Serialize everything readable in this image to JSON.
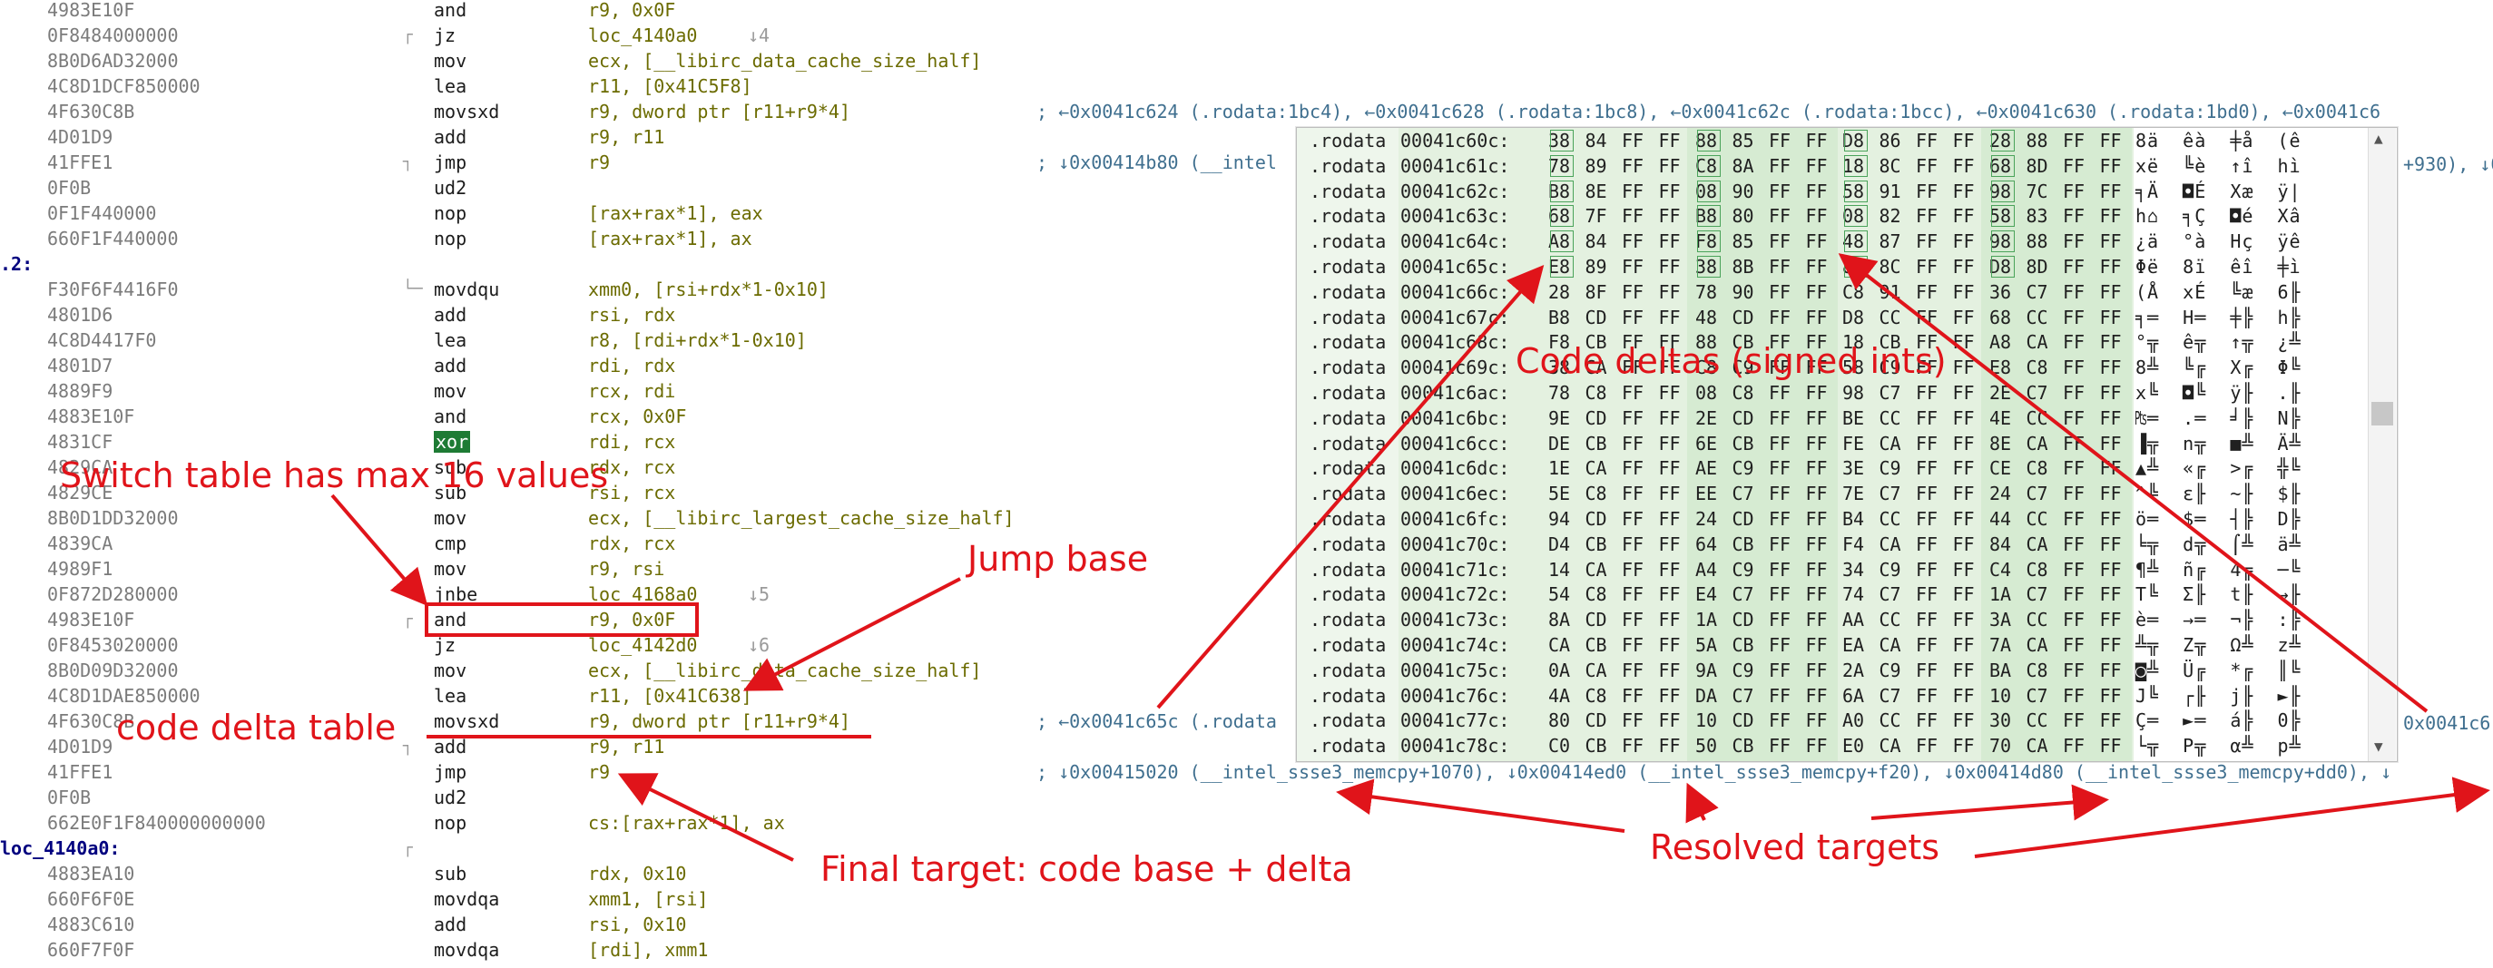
{
  "disasm_rows": [
    {
      "bytes": "4983E10F",
      "mnemonic": "and",
      "operands": "r9, 0x0F",
      "glyph": "",
      "comment": ""
    },
    {
      "bytes": "0F8484000000",
      "mnemonic": "jz",
      "operands": "loc_4140a0",
      "glyph": "↓4",
      "comment": ""
    },
    {
      "bytes": "8B0D6AD32000",
      "mnemonic": "mov",
      "operands": "ecx, [__libirc_data_cache_size_half]",
      "glyph": "",
      "comment": ""
    },
    {
      "bytes": "4C8D1DCF850000",
      "mnemonic": "lea",
      "operands": "r11, [0x41C5F8]",
      "glyph": "",
      "comment": ""
    },
    {
      "bytes": "4F630C8B",
      "mnemonic": "movsxd",
      "operands": "r9, dword ptr [r11+r9*4]",
      "glyph": "",
      "comment": "; ←0x0041c624 (.rodata:1bc4), ←0x0041c628 (.rodata:1bc8), ←0x0041c62c (.rodata:1bcc), ←0x0041c630 (.rodata:1bd0), ←0x0041c6"
    },
    {
      "bytes": "4D01D9",
      "mnemonic": "add",
      "operands": "r9, r11",
      "glyph": "",
      "comment": ""
    },
    {
      "bytes": "41FFE1",
      "mnemonic": "jmp",
      "operands": "r9",
      "glyph": "",
      "comment": "; ↓0x00414b80 (__intel"
    },
    {
      "bytes": "0F0B",
      "mnemonic": "ud2",
      "operands": "",
      "glyph": "",
      "comment": ""
    },
    {
      "bytes": "0F1F440000",
      "mnemonic": "nop",
      "operands": "[rax+rax*1], eax",
      "glyph": "",
      "comment": ""
    },
    {
      "bytes": "660F1F440000",
      "mnemonic": "nop",
      "operands": "[rax+rax*1], ax",
      "glyph": "",
      "comment": ""
    },
    {
      "label": ".2:"
    },
    {
      "bytes": "F30F6F4416F0",
      "mnemonic": "movdqu",
      "operands": "xmm0, [rsi+rdx*1-0x10]",
      "glyph": "",
      "comment": ""
    },
    {
      "bytes": "4801D6",
      "mnemonic": "add",
      "operands": "rsi, rdx",
      "glyph": "",
      "comment": ""
    },
    {
      "bytes": "4C8D4417F0",
      "mnemonic": "lea",
      "operands": "r8, [rdi+rdx*1-0x10]",
      "glyph": "",
      "comment": ""
    },
    {
      "bytes": "4801D7",
      "mnemonic": "add",
      "operands": "rdi, rdx",
      "glyph": "",
      "comment": ""
    },
    {
      "bytes": "4889F9",
      "mnemonic": "mov",
      "operands": "rcx, rdi",
      "glyph": "",
      "comment": ""
    },
    {
      "bytes": "4883E10F",
      "mnemonic": "and",
      "operands": "rcx, 0x0F",
      "glyph": "",
      "comment": ""
    },
    {
      "bytes": "4831CF",
      "mnemonic": "xor",
      "operands": "rdi, rcx",
      "glyph": "",
      "comment": ""
    },
    {
      "bytes": "4829CA",
      "mnemonic": "sub",
      "operands": "rdx, rcx",
      "glyph": "",
      "comment": ""
    },
    {
      "bytes": "4829CE",
      "mnemonic": "sub",
      "operands": "rsi, rcx",
      "glyph": "",
      "comment": ""
    },
    {
      "bytes": "8B0D1DD32000",
      "mnemonic": "mov",
      "operands": "ecx, [__libirc_largest_cache_size_half]",
      "glyph": "",
      "comment": ""
    },
    {
      "bytes": "4839CA",
      "mnemonic": "cmp",
      "operands": "rdx, rcx",
      "glyph": "",
      "comment": ""
    },
    {
      "bytes": "4989F1",
      "mnemonic": "mov",
      "operands": "r9, rsi",
      "glyph": "",
      "comment": ""
    },
    {
      "bytes": "0F872D280000",
      "mnemonic": "jnbe",
      "operands": "loc_4168a0",
      "glyph": "↓5",
      "comment": ""
    },
    {
      "bytes": "4983E10F",
      "mnemonic": "and",
      "operands": "r9, 0x0F",
      "glyph": "",
      "comment": ""
    },
    {
      "bytes": "0F8453020000",
      "mnemonic": "jz",
      "operands": "loc_4142d0",
      "glyph": "↓6",
      "comment": ""
    },
    {
      "bytes": "8B0D09D32000",
      "mnemonic": "mov",
      "operands": "ecx, [__libirc_data_cache_size_half]",
      "glyph": "",
      "comment": ""
    },
    {
      "bytes": "4C8D1DAE850000",
      "mnemonic": "lea",
      "operands": "r11, [0x41C638]",
      "glyph": "",
      "comment": ""
    },
    {
      "bytes": "4F630C8B",
      "mnemonic": "movsxd",
      "operands": "r9, dword ptr [r11+r9*4]",
      "glyph": "",
      "comment": "; ←0x0041c65c (.rodata"
    },
    {
      "bytes": "4D01D9",
      "mnemonic": "add",
      "operands": "r9, r11",
      "glyph": "",
      "comment": ""
    },
    {
      "bytes": "41FFE1",
      "mnemonic": "jmp",
      "operands": "r9",
      "glyph": "",
      "comment": "; ↓0x00415020 (__intel_ssse3_memcpy+1070), ↓0x00414ed0 (__intel_ssse3_memcpy+f20), ↓0x00414d80 (__intel_ssse3_memcpy+dd0), ↓"
    },
    {
      "bytes": "0F0B",
      "mnemonic": "ud2",
      "operands": "",
      "glyph": "",
      "comment": ""
    },
    {
      "bytes": "662E0F1F840000000000",
      "mnemonic": "nop",
      "operands": "cs:[rax+rax*1], ax",
      "glyph": "",
      "comment": ""
    },
    {
      "label": "loc_4140a0:"
    },
    {
      "bytes": "4883EA10",
      "mnemonic": "sub",
      "operands": "rdx, 0x10",
      "glyph": "",
      "comment": ""
    },
    {
      "bytes": "660F6F0E",
      "mnemonic": "movdqa",
      "operands": "xmm1, [rsi]",
      "glyph": "",
      "comment": ""
    },
    {
      "bytes": "4883C610",
      "mnemonic": "add",
      "operands": "rsi, 0x10",
      "glyph": "",
      "comment": ""
    },
    {
      "bytes": "660F7F0F",
      "mnemonic": "movdqa",
      "operands": "[rdi], xmm1",
      "glyph": "",
      "comment": ""
    }
  ],
  "right_tail": {
    "row6": "+930), ↓0",
    "row28": "0x0041c6"
  },
  "hex_rows": [
    {
      "seg": ".rodata",
      "addr": "00041c60c:",
      "bytes": [
        "38",
        "84",
        "FF",
        "FF",
        "88",
        "85",
        "FF",
        "FF",
        "D8",
        "86",
        "FF",
        "FF",
        "28",
        "88",
        "FF",
        "FF"
      ],
      "ascii": "8ä  êà  ╪å  (ê"
    },
    {
      "seg": ".rodata",
      "addr": "00041c61c:",
      "bytes": [
        "78",
        "89",
        "FF",
        "FF",
        "C8",
        "8A",
        "FF",
        "FF",
        "18",
        "8C",
        "FF",
        "FF",
        "68",
        "8D",
        "FF",
        "FF"
      ],
      "ascii": "xë  ╚è  ↑î  hì"
    },
    {
      "seg": ".rodata",
      "addr": "00041c62c:",
      "bytes": [
        "B8",
        "8E",
        "FF",
        "FF",
        "08",
        "90",
        "FF",
        "FF",
        "58",
        "91",
        "FF",
        "FF",
        "98",
        "7C",
        "FF",
        "FF"
      ],
      "ascii": "╕Ä  ◘É  Xæ  ÿ|"
    },
    {
      "seg": ".rodata",
      "addr": "00041c63c:",
      "bytes": [
        "68",
        "7F",
        "FF",
        "FF",
        "B8",
        "80",
        "FF",
        "FF",
        "08",
        "82",
        "FF",
        "FF",
        "58",
        "83",
        "FF",
        "FF"
      ],
      "ascii": "h⌂  ╕Ç  ◘é  Xâ"
    },
    {
      "seg": ".rodata",
      "addr": "00041c64c:",
      "bytes": [
        "A8",
        "84",
        "FF",
        "FF",
        "F8",
        "85",
        "FF",
        "FF",
        "48",
        "87",
        "FF",
        "FF",
        "98",
        "88",
        "FF",
        "FF"
      ],
      "ascii": "¿ä  °à  Hç  ÿê"
    },
    {
      "seg": ".rodata",
      "addr": "00041c65c:",
      "bytes": [
        "E8",
        "89",
        "FF",
        "FF",
        "38",
        "8B",
        "FF",
        "FF",
        "88",
        "8C",
        "FF",
        "FF",
        "D8",
        "8D",
        "FF",
        "FF"
      ],
      "ascii": "Φë  8ï  êî  ╪ì"
    },
    {
      "seg": ".rodata",
      "addr": "00041c66c:",
      "bytes": [
        "28",
        "8F",
        "FF",
        "FF",
        "78",
        "90",
        "FF",
        "FF",
        "C8",
        "91",
        "FF",
        "FF",
        "36",
        "C7",
        "FF",
        "FF"
      ],
      "ascii": "(Å  xÉ  ╚æ  6╟"
    },
    {
      "seg": ".rodata",
      "addr": "00041c67c:",
      "bytes": [
        "B8",
        "CD",
        "FF",
        "FF",
        "48",
        "CD",
        "FF",
        "FF",
        "D8",
        "CC",
        "FF",
        "FF",
        "68",
        "CC",
        "FF",
        "FF"
      ],
      "ascii": "╕═  H═  ╪╠  h╠"
    },
    {
      "seg": ".rodata",
      "addr": "00041c68c:",
      "bytes": [
        "F8",
        "CB",
        "FF",
        "FF",
        "88",
        "CB",
        "FF",
        "FF",
        "18",
        "CB",
        "FF",
        "FF",
        "A8",
        "CA",
        "FF",
        "FF"
      ],
      "ascii": "°╦  ê╦  ↑╦  ¿╩"
    },
    {
      "seg": ".rodata",
      "addr": "00041c69c:",
      "bytes": [
        "38",
        "CA",
        "FF",
        "FF",
        "C8",
        "C9",
        "FF",
        "FF",
        "58",
        "C9",
        "FF",
        "FF",
        "E8",
        "C8",
        "FF",
        "FF"
      ],
      "ascii": "8╩  ╚╔  X╔  Φ╚"
    },
    {
      "seg": ".rodata",
      "addr": "00041c6ac:",
      "bytes": [
        "78",
        "C8",
        "FF",
        "FF",
        "08",
        "C8",
        "FF",
        "FF",
        "98",
        "C7",
        "FF",
        "FF",
        "2E",
        "C7",
        "FF",
        "FF"
      ],
      "ascii": "x╚  ◘╚  ÿ╟  .╟"
    },
    {
      "seg": ".rodata",
      "addr": "00041c6bc:",
      "bytes": [
        "9E",
        "CD",
        "FF",
        "FF",
        "2E",
        "CD",
        "FF",
        "FF",
        "BE",
        "CC",
        "FF",
        "FF",
        "4E",
        "CC",
        "FF",
        "FF"
      ],
      "ascii": "₧═  .═  ╛╠  N╠"
    },
    {
      "seg": ".rodata",
      "addr": "00041c6cc:",
      "bytes": [
        "DE",
        "CB",
        "FF",
        "FF",
        "6E",
        "CB",
        "FF",
        "FF",
        "FE",
        "CA",
        "FF",
        "FF",
        "8E",
        "CA",
        "FF",
        "FF"
      ],
      "ascii": "▐╦  n╦  ■╩  Ä╩"
    },
    {
      "seg": ".rodata",
      "addr": "00041c6dc:",
      "bytes": [
        "1E",
        "CA",
        "FF",
        "FF",
        "AE",
        "C9",
        "FF",
        "FF",
        "3E",
        "C9",
        "FF",
        "FF",
        "CE",
        "C8",
        "FF",
        "FF"
      ],
      "ascii": "▲╩  «╔  >╔  ╬╚"
    },
    {
      "seg": ".rodata",
      "addr": "00041c6ec:",
      "bytes": [
        "5E",
        "C8",
        "FF",
        "FF",
        "EE",
        "C7",
        "FF",
        "FF",
        "7E",
        "C7",
        "FF",
        "FF",
        "24",
        "C7",
        "FF",
        "FF"
      ],
      "ascii": "^╚  ε╟  ~╟  $╟"
    },
    {
      "seg": ".rodata",
      "addr": "00041c6fc:",
      "bytes": [
        "94",
        "CD",
        "FF",
        "FF",
        "24",
        "CD",
        "FF",
        "FF",
        "B4",
        "CC",
        "FF",
        "FF",
        "44",
        "CC",
        "FF",
        "FF"
      ],
      "ascii": "ö═  $═  ┤╠  D╠"
    },
    {
      "seg": ".rodata",
      "addr": "00041c70c:",
      "bytes": [
        "D4",
        "CB",
        "FF",
        "FF",
        "64",
        "CB",
        "FF",
        "FF",
        "F4",
        "CA",
        "FF",
        "FF",
        "84",
        "CA",
        "FF",
        "FF"
      ],
      "ascii": "╘╦  d╦  ⌠╩  ä╩"
    },
    {
      "seg": ".rodata",
      "addr": "00041c71c:",
      "bytes": [
        "14",
        "CA",
        "FF",
        "FF",
        "A4",
        "C9",
        "FF",
        "FF",
        "34",
        "C9",
        "FF",
        "FF",
        "C4",
        "C8",
        "FF",
        "FF"
      ],
      "ascii": "¶╩  ñ╔  4╔  ─╚"
    },
    {
      "seg": ".rodata",
      "addr": "00041c72c:",
      "bytes": [
        "54",
        "C8",
        "FF",
        "FF",
        "E4",
        "C7",
        "FF",
        "FF",
        "74",
        "C7",
        "FF",
        "FF",
        "1A",
        "C7",
        "FF",
        "FF"
      ],
      "ascii": "T╚  Σ╟  t╟  →╟"
    },
    {
      "seg": ".rodata",
      "addr": "00041c73c:",
      "bytes": [
        "8A",
        "CD",
        "FF",
        "FF",
        "1A",
        "CD",
        "FF",
        "FF",
        "AA",
        "CC",
        "FF",
        "FF",
        "3A",
        "CC",
        "FF",
        "FF"
      ],
      "ascii": "è═  →═  ¬╠  :╠"
    },
    {
      "seg": ".rodata",
      "addr": "00041c74c:",
      "bytes": [
        "CA",
        "CB",
        "FF",
        "FF",
        "5A",
        "CB",
        "FF",
        "FF",
        "EA",
        "CA",
        "FF",
        "FF",
        "7A",
        "CA",
        "FF",
        "FF"
      ],
      "ascii": "╩╦  Z╦  Ω╩  z╩"
    },
    {
      "seg": ".rodata",
      "addr": "00041c75c:",
      "bytes": [
        "0A",
        "CA",
        "FF",
        "FF",
        "9A",
        "C9",
        "FF",
        "FF",
        "2A",
        "C9",
        "FF",
        "FF",
        "BA",
        "C8",
        "FF",
        "FF"
      ],
      "ascii": "◙╩  Ü╔  *╔  ║╚"
    },
    {
      "seg": ".rodata",
      "addr": "00041c76c:",
      "bytes": [
        "4A",
        "C8",
        "FF",
        "FF",
        "DA",
        "C7",
        "FF",
        "FF",
        "6A",
        "C7",
        "FF",
        "FF",
        "10",
        "C7",
        "FF",
        "FF"
      ],
      "ascii": "J╚  ┌╟  j╟  ►╟"
    },
    {
      "seg": ".rodata",
      "addr": "00041c77c:",
      "bytes": [
        "80",
        "CD",
        "FF",
        "FF",
        "10",
        "CD",
        "FF",
        "FF",
        "A0",
        "CC",
        "FF",
        "FF",
        "30",
        "CC",
        "FF",
        "FF"
      ],
      "ascii": "Ç═  ►═  á╠  0╠"
    },
    {
      "seg": ".rodata",
      "addr": "00041c78c:",
      "bytes": [
        "C0",
        "CB",
        "FF",
        "FF",
        "50",
        "CB",
        "FF",
        "FF",
        "E0",
        "CA",
        "FF",
        "FF",
        "70",
        "CA",
        "FF",
        "FF"
      ],
      "ascii": "└╦  P╦  α╩  p╩"
    }
  ],
  "annotations": {
    "switch_max": "Switch table has max 16 values",
    "jump_base": "Jump base",
    "code_delta_table": "code delta table",
    "code_deltas": "Code deltas (signed ints)",
    "final_target": "Final target: code base + delta",
    "resolved_targets": "Resolved targets"
  },
  "colors": {
    "annotation_red": "#e0141a",
    "hex_green_bg": "#e4f1e0",
    "hex_band": "#d6ebd2",
    "xor_highlight": "#1e7b34",
    "comment_highlight": "#c8e6f2"
  },
  "icons": {
    "scroll_up": "▲",
    "scroll_down": "▼"
  }
}
